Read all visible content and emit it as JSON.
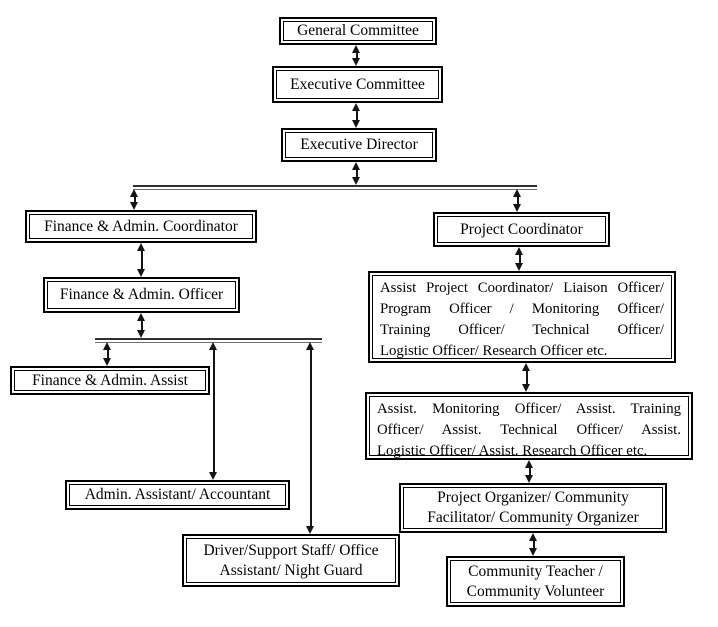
{
  "diagram": {
    "type": "org-chart",
    "background_color": "#ffffff",
    "box_border_color": "#000000",
    "text_color": "#000000",
    "connector_style": "double-headed-vertical-arrows",
    "nodes": {
      "general_committee": {
        "label": "General Committee"
      },
      "executive_committee": {
        "label": "Executive Committee"
      },
      "executive_director": {
        "label": "Executive Director"
      },
      "finance_admin_coordinator": {
        "label": "Finance & Admin. Coordinator"
      },
      "finance_admin_officer": {
        "label": "Finance & Admin. Officer"
      },
      "finance_admin_assist": {
        "label": "Finance & Admin. Assist"
      },
      "admin_assistant_accountant": {
        "label": "Admin. Assistant/ Accountant"
      },
      "driver_support_staff": {
        "label": "Driver/Support Staff/ Office Assistant/ Night Guard",
        "lines": [
          "Driver/Support Staff/ Office",
          "Assistant/ Night Guard"
        ]
      },
      "project_coordinator": {
        "label": "Project Coordinator"
      },
      "assist_project_coordinator": {
        "label": "Assist Project Coordinator/ Liaison Officer/ Program Officer / Monitoring Officer/ Training Officer/ Technical Officer/ Logistic Officer/ Research Officer etc.",
        "lines": [
          "Assist Project Coordinator/ Liaison Officer/",
          "Program Officer / Monitoring Officer/",
          "Training Officer/ Technical Officer/",
          "Logistic Officer/ Research Officer etc."
        ]
      },
      "assist_officers": {
        "label": "Assist. Monitoring Officer/ Assist. Training Officer/ Assist. Technical Officer/ Assist. Logistic Officer/ Assist. Research Officer etc.",
        "lines": [
          "Assist. Monitoring Officer/ Assist. Training",
          "Officer/ Assist. Technical Officer/ Assist.",
          "Logistic Officer/ Assist. Research Officer etc."
        ]
      },
      "project_organizer": {
        "label": "Project Organizer/ Community Facilitator/ Community Organizer",
        "lines": [
          "Project Organizer/ Community",
          "Facilitator/ Community Organizer"
        ]
      },
      "community_teacher": {
        "label": "Community Teacher / Community Volunteer",
        "lines": [
          "Community Teacher /",
          "Community Volunteer"
        ]
      }
    },
    "edges": [
      {
        "from": "general_committee",
        "to": "executive_committee"
      },
      {
        "from": "executive_committee",
        "to": "executive_director"
      },
      {
        "from": "executive_director",
        "to": "finance_admin_coordinator"
      },
      {
        "from": "executive_director",
        "to": "project_coordinator"
      },
      {
        "from": "finance_admin_coordinator",
        "to": "finance_admin_officer"
      },
      {
        "from": "finance_admin_officer",
        "to": "finance_admin_assist"
      },
      {
        "from": "finance_admin_officer",
        "to": "admin_assistant_accountant"
      },
      {
        "from": "finance_admin_officer",
        "to": "driver_support_staff"
      },
      {
        "from": "project_coordinator",
        "to": "assist_project_coordinator"
      },
      {
        "from": "assist_project_coordinator",
        "to": "assist_officers"
      },
      {
        "from": "assist_officers",
        "to": "project_organizer"
      },
      {
        "from": "project_organizer",
        "to": "community_teacher"
      }
    ]
  }
}
